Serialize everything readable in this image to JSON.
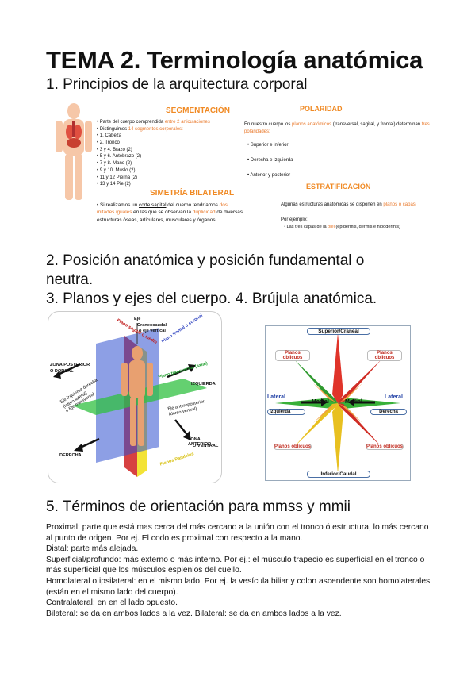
{
  "title": "TEMA 2. Terminología anatómica",
  "section1": "1. Principios de la arquitectura corporal",
  "infographic": {
    "segmentacion": {
      "title": "SEGMENTACIÓN",
      "line1_a": "Parte del cuerpo comprendida ",
      "line1_b": "entre 2 articulaciones",
      "line2_a": "Distinguimos ",
      "line2_b": "14 segmentos corporales:",
      "items": [
        "1. Cabeza",
        "2. Tronco",
        "3 y 4. Brazo (2)",
        "5 y 6. Antebrazo (2)",
        "7 y 8. Mano (2)",
        "9 y 10. Muslo (2)",
        "11 y 12 Pierna (2)",
        "13 y 14 Pie (2)"
      ]
    },
    "polaridad": {
      "title": "POLARIDAD",
      "text_a": "En nuestro cuerpo los ",
      "text_b": "planos anatómicos",
      "text_c": " (transversal, sagital, y frontal) determinan ",
      "text_d": "tres polaridades:",
      "items": [
        "Superior e inferior",
        "Derecha e izquierda",
        "Anterior y posterior"
      ]
    },
    "simetria": {
      "title": "SIMETRÍA BILATERAL",
      "text_a": "Si realizamos un ",
      "text_b": "corte sagital",
      "text_c": " del cuerpo tendríamos ",
      "text_d": "dos mitades iguales",
      "text_e": " en las que se observan la ",
      "text_f": "duplicidad",
      "text_g": " de diversas estructuras óseas, articulares, musculares y órganos"
    },
    "estratificacion": {
      "title": "ESTRATIFICACIÓN",
      "text_a": "Algunas estructuras anatómicas se disponen en ",
      "text_b": "planos o capas",
      "example": "Por ejemplo:",
      "item_a": "Las tres capas de la ",
      "item_b": "piel",
      "item_c": " (epidermis, dermis e hipodermis)"
    }
  },
  "section2": "2. Posición anatómica y posición fundamental o",
  "section2b": "neutra.",
  "section3": "3. Planos y ejes del cuerpo. 4. Brújula anatómica.",
  "planes": {
    "eje_top": "Eje",
    "cc1": "Craneocaudal",
    "cc2": "o eje vertical",
    "sagital": "Plano sagital o medio",
    "frontal": "Plano frontal o coronal",
    "transversal": "Plano transversal (axial)",
    "zona_post1": "ZONA POSTERIOR",
    "zona_post2": "O DORSAL",
    "izquierda": "IZQUIERDA",
    "eje_izq1": "Eje izquierda derecha",
    "eje_izq2": "(latero lateral)",
    "eje_izq3": "o Eje transversal",
    "eje_ant1": "Eje anteroposterior",
    "eje_ant2": "(dorso ventral)",
    "derecha": "DERECHA",
    "zona_ant1": "ZONA ANTERIOR",
    "zona_ant2": "O VENTRAL",
    "paralelo": "Planos Paralelos"
  },
  "compass": {
    "top": "Superior/Craneal",
    "bottom": "Inferior/Caudal",
    "oblicuos": "Planos oblicuos",
    "lateral": "Lateral",
    "medial": "Medial",
    "izquierda": "Izquierda",
    "derecha": "Derecha"
  },
  "section5": "5. Términos de orientación para mmss y mmii",
  "terms": [
    "Proximal: parte que está mas cerca del más cercano a la unión con el tronco ó estructura, lo más cercano al punto de origen. Por ej. El codo es proximal con respecto a la mano.",
    "Distal: parte más alejada.",
    "Superficial/profundo: más externo o más interno. Por ej.: el músculo trapecio es superficial en el tronco o más superficial que los músculos esplenios del cuello.",
    "Homolateral o ipsilateral: en el mismo lado. Por ej. la vesícula biliar y colon ascendente son homolaterales (están en el mismo lado del cuerpo).",
    "Contralateral: en en el lado opuesto.",
    "Bilateral: se da en ambos lados a la vez. Bilateral: se da en ambos lados a la vez."
  ]
}
